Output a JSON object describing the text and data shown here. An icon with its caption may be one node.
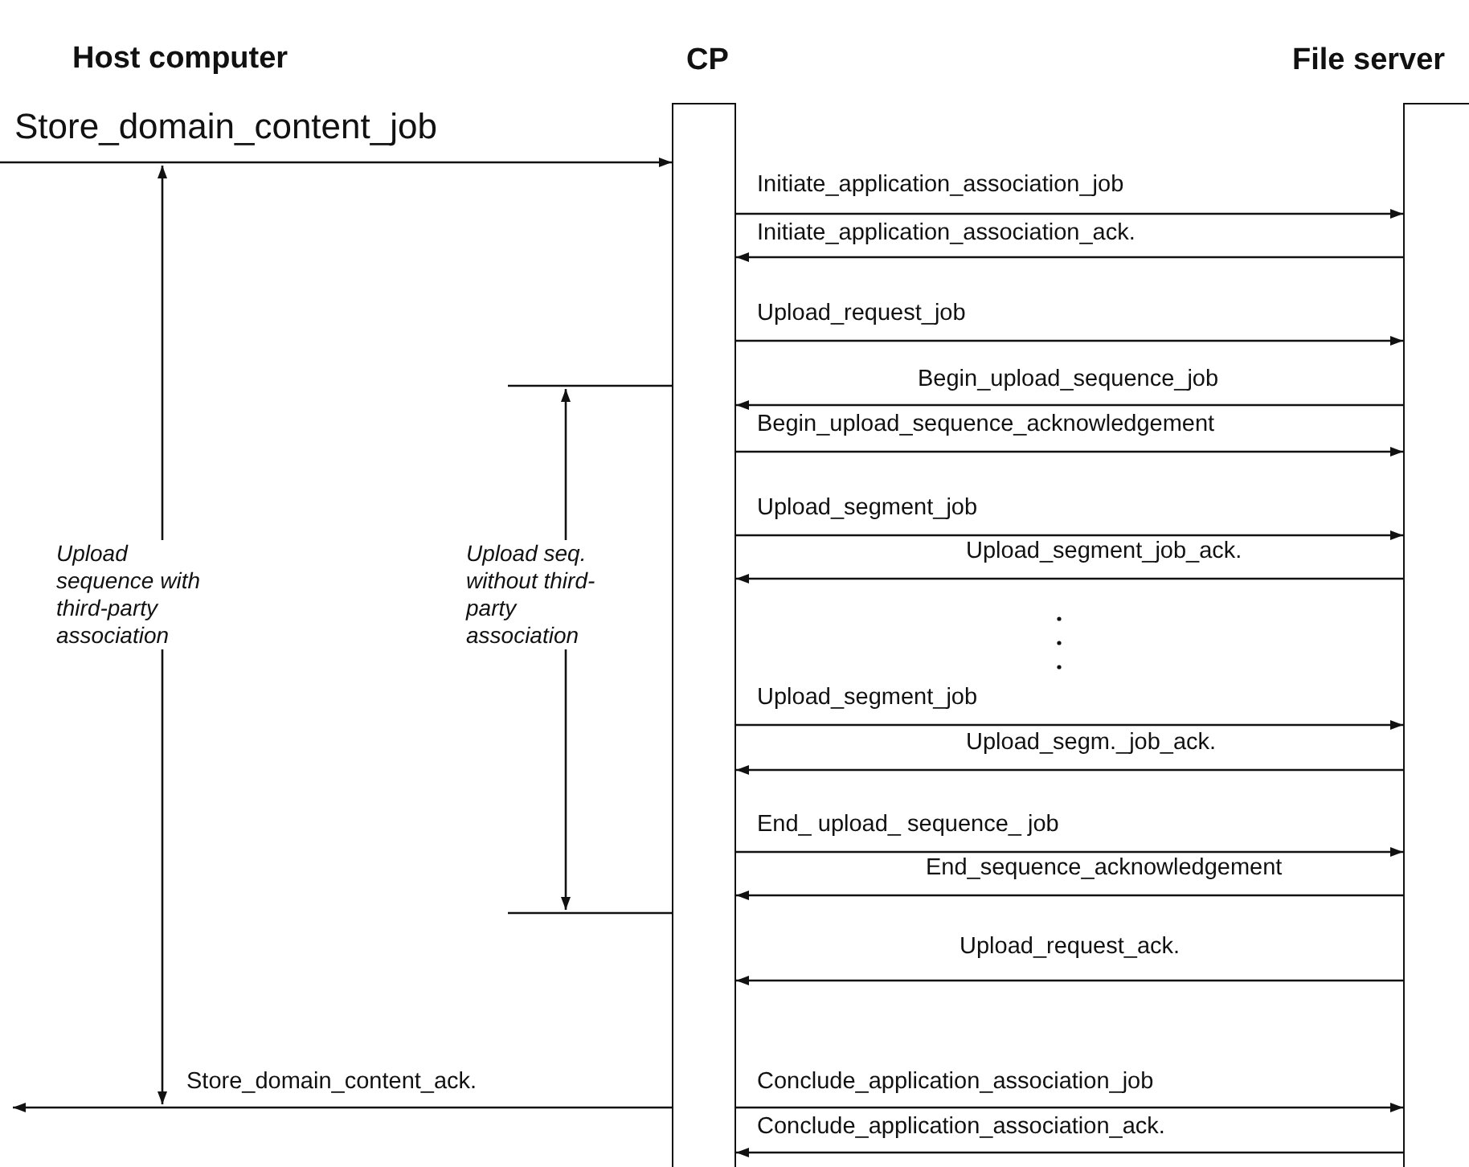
{
  "diagram": {
    "nodes": [
      {
        "text": [
          "CP"
        ]
      },
      {
        "text": [
          "File server"
        ]
      }
    ],
    "edges": [
      {
        "from": null,
        "to": 0,
        "arrow": "to",
        "label": "Store_domain_content_job"
      },
      {
        "from": 0,
        "to": 1,
        "arrow": "to",
        "label": "Initiate_application_association_job"
      },
      {
        "from": 1,
        "to": 0,
        "arrow": "to",
        "label": "Initiate_application_association_ack."
      },
      {
        "from": 0,
        "to": 1,
        "arrow": "to",
        "label": "Upload_request_job"
      },
      {
        "from": 1,
        "to": 0,
        "arrow": "to",
        "label": "Begin_upload_sequence_job"
      },
      {
        "from": 0,
        "to": 1,
        "arrow": "to",
        "label": "Begin_upload_sequence_acknowledgement"
      },
      {
        "from": 0,
        "to": 1,
        "arrow": "to",
        "label": "Upload_segment_job"
      },
      {
        "from": 1,
        "to": 0,
        "arrow": "to",
        "label": "Upload_segment_job_ack."
      },
      {
        "from": 0,
        "to": 1,
        "arrow": "to",
        "label": "Upload_segment_job"
      },
      {
        "from": 1,
        "to": 0,
        "arrow": "to",
        "label": "Upload_segm._job_ack."
      },
      {
        "from": 0,
        "to": 1,
        "arrow": "to",
        "label": "End_ upload_ sequence_ job"
      },
      {
        "from": 1,
        "to": 0,
        "arrow": "to",
        "label": "End_sequence_acknowledgement"
      },
      {
        "from": 1,
        "to": 0,
        "arrow": "to",
        "label": "Upload_request_ack."
      },
      {
        "from": 0,
        "to": null,
        "arrow": "to",
        "label": "Store_domain_content_ack."
      },
      {
        "from": 0,
        "to": 1,
        "arrow": "to",
        "label": "Conclude_application_association_job"
      },
      {
        "from": 1,
        "to": 0,
        "arrow": "to",
        "label": "Conclude_application_association_ack."
      }
    ],
    "labels": [
      "Host computer",
      "Upload sequence with third-party association",
      "Upload seq. without third-party association"
    ]
  }
}
